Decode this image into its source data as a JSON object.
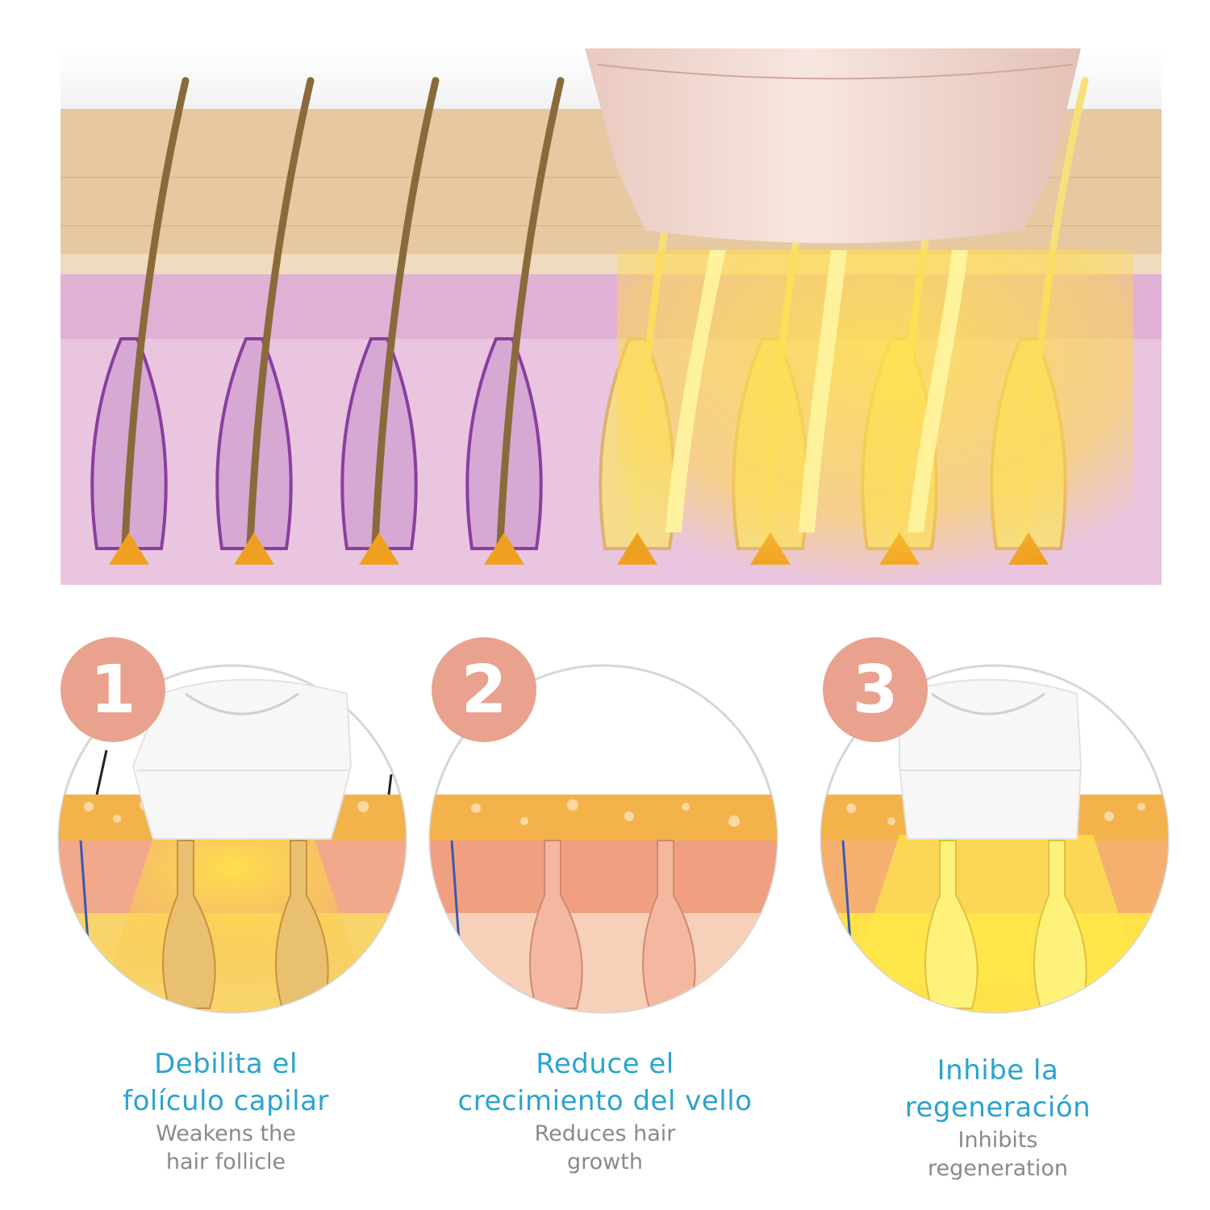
{
  "steps": [
    {
      "number": "1",
      "title_es_1": "Debilita el",
      "title_es_2": "folículo capilar",
      "title_en_1": "Weakens the",
      "title_en_2": "hair follicle",
      "skin": "#f2a88a",
      "glow": "#f9d24a"
    },
    {
      "number": "2",
      "title_es_1": "Reduce el",
      "title_es_2": "crecimiento del vello",
      "title_en_1": "Reduces hair",
      "title_en_2": "growth",
      "skin": "#f0a080",
      "glow": "#f4c0a8"
    },
    {
      "number": "3",
      "title_es_1": "Inhibe la",
      "title_es_2": "regeneración",
      "title_en_1": "Inhibits",
      "title_en_2": "regeneration",
      "skin": "#f5c060",
      "glow": "#ffe84a"
    }
  ],
  "colors": {
    "badge": "#e8a28e",
    "accent_text": "#2aa3cf",
    "sub_text": "#8a8a8a",
    "dermis": "#e9c5e0",
    "epidermis": "#e6c9a0",
    "follicle_outline": "#8a3ea0",
    "hair": "#8a6a3a",
    "light": "#ffe24a"
  }
}
